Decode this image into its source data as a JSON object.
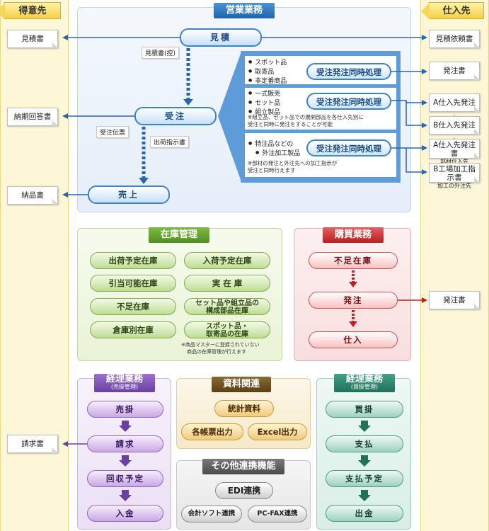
{
  "columns": {
    "customer": "得意先",
    "supplier": "仕入先"
  },
  "customer_docs": [
    "見積書",
    "納期回答書",
    "納品書",
    "請求書"
  ],
  "supplier_docs": {
    "quote_request": "見積依頼書",
    "po1": "発注書",
    "po_a": "A仕入先発注書",
    "po_b": "B仕入先発注書",
    "po_a_parts": {
      "main": "A仕入先発注書",
      "sub": "部材仕入先"
    },
    "po_factory": {
      "main": "B工場加工指示書",
      "sub": "加工の外注先"
    },
    "po2": "発注書"
  },
  "sales": {
    "title": "営業業務",
    "estimate": "見積",
    "estimate_copy": "見積書(控)",
    "order": "受注",
    "order_slip": "受注伝票",
    "shipping_instruction": "出荷指示書",
    "sale": "売上",
    "sync_label": "受注発注同時処理",
    "group1_items": [
      "スポット品",
      "取寄品",
      "非定番商品"
    ],
    "group2_items": [
      "一式販売",
      "セット品",
      "組立製品"
    ],
    "group2_note": [
      "※組立品、セット品での展開部品を各仕入先別に",
      "受注と同時に発注をすることが可能"
    ],
    "group3_items": [
      "特注品などの",
      "外注加工製品"
    ],
    "group3_note": [
      "※部材の発注と外注先への加工指示が",
      "受注と同時行えます"
    ]
  },
  "inventory": {
    "title": "在庫管理",
    "items": [
      "出荷予定在庫",
      "入荷予定在庫",
      "引当可能在庫",
      "実 在 庫",
      "不足在庫",
      "倉庫別在庫"
    ],
    "set_parts": [
      "セット品や組立品の",
      "構成部品在庫"
    ],
    "spot": [
      "スポット品・",
      "取寄品の在庫"
    ],
    "note": [
      "※商品マスターに登録されていない",
      "商品の在庫管理が行えます"
    ]
  },
  "purchasing": {
    "title": "購買業務",
    "steps": [
      "不足在庫",
      "発注",
      "仕入"
    ]
  },
  "accounting_ar": {
    "title": "経理業務",
    "subtitle": "(売掛管理)",
    "steps": [
      "売掛",
      "請求",
      "回収予定",
      "入金"
    ]
  },
  "documents": {
    "title": "資料関連",
    "items": [
      "統計資料",
      "各帳票出力",
      "Excel出力"
    ]
  },
  "other": {
    "title": "その他連携機能",
    "items": [
      "EDI連携",
      "会計ソフト連携",
      "PC-FAX連携"
    ]
  },
  "accounting_ap": {
    "title": "経理業務",
    "subtitle": "(買掛管理)",
    "steps": [
      "買掛",
      "支払",
      "支払予定",
      "出金"
    ]
  }
}
